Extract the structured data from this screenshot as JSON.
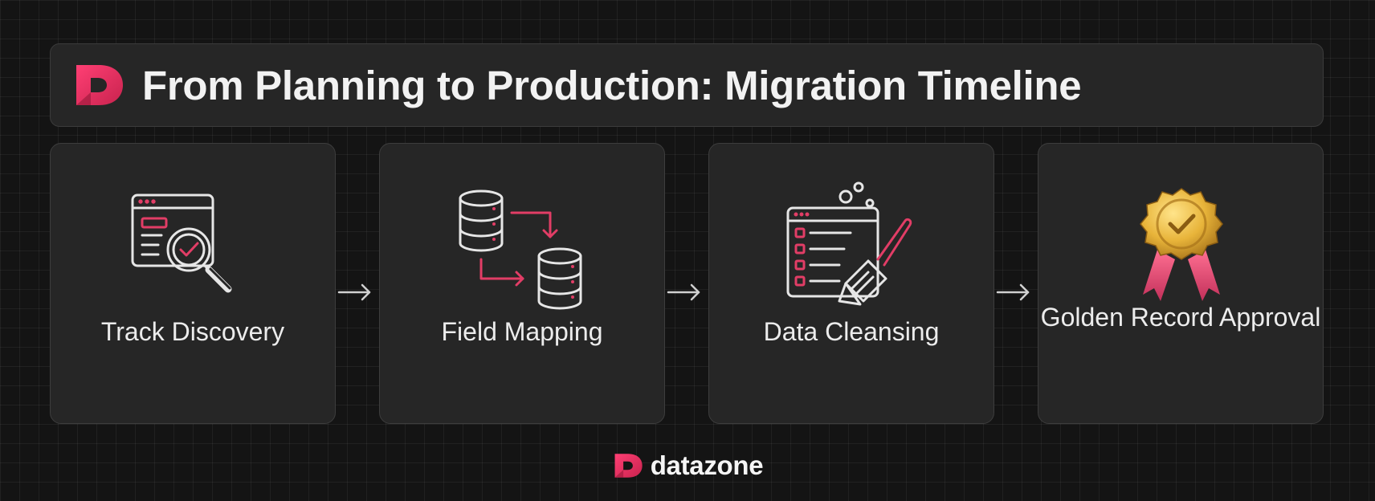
{
  "header": {
    "title": "From Planning to Production: Migration Timeline",
    "logo_icon": "datazone-d-logo-icon"
  },
  "steps": [
    {
      "label": "Track Discovery",
      "icon": "browser-magnifier-check-icon"
    },
    {
      "label": "Field Mapping",
      "icon": "database-transfer-icon"
    },
    {
      "label": "Data Cleansing",
      "icon": "checklist-broom-icon"
    },
    {
      "label": "Golden Record Approval",
      "icon": "gold-award-badge-icon"
    }
  ],
  "connectors": [
    "right-arrow-icon",
    "right-arrow-icon",
    "right-arrow-icon"
  ],
  "footer": {
    "brand": "datazone",
    "logo_icon": "datazone-d-logo-icon"
  },
  "colors": {
    "accent": "#e23d66",
    "background": "#141414",
    "card": "#262626",
    "gold": "#e8b43a",
    "text": "#ececec"
  }
}
